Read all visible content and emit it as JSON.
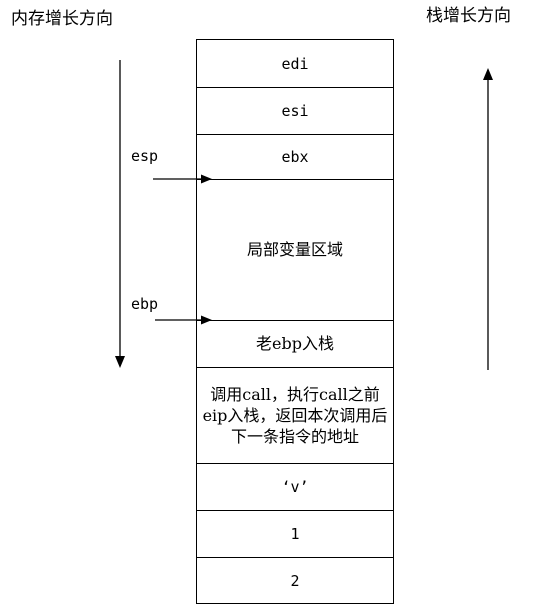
{
  "captions": {
    "memory_growth": "内存增长方向",
    "stack_growth": "栈增长方向"
  },
  "stack_cells": {
    "edi": "edi",
    "esi": "esi",
    "ebx": "ebx",
    "locals": "局部变量区域",
    "old_ebp": "老ebp入栈",
    "return_address": "调用call，执行call之前eip入栈，返回本次调用后下一条指令的地址",
    "arg_v": "‘v’",
    "arg_1": "1",
    "arg_2": "2"
  },
  "pointers": {
    "esp": "esp",
    "ebp": "ebp"
  },
  "colors": {
    "line": "#000000",
    "background": "#ffffff"
  }
}
